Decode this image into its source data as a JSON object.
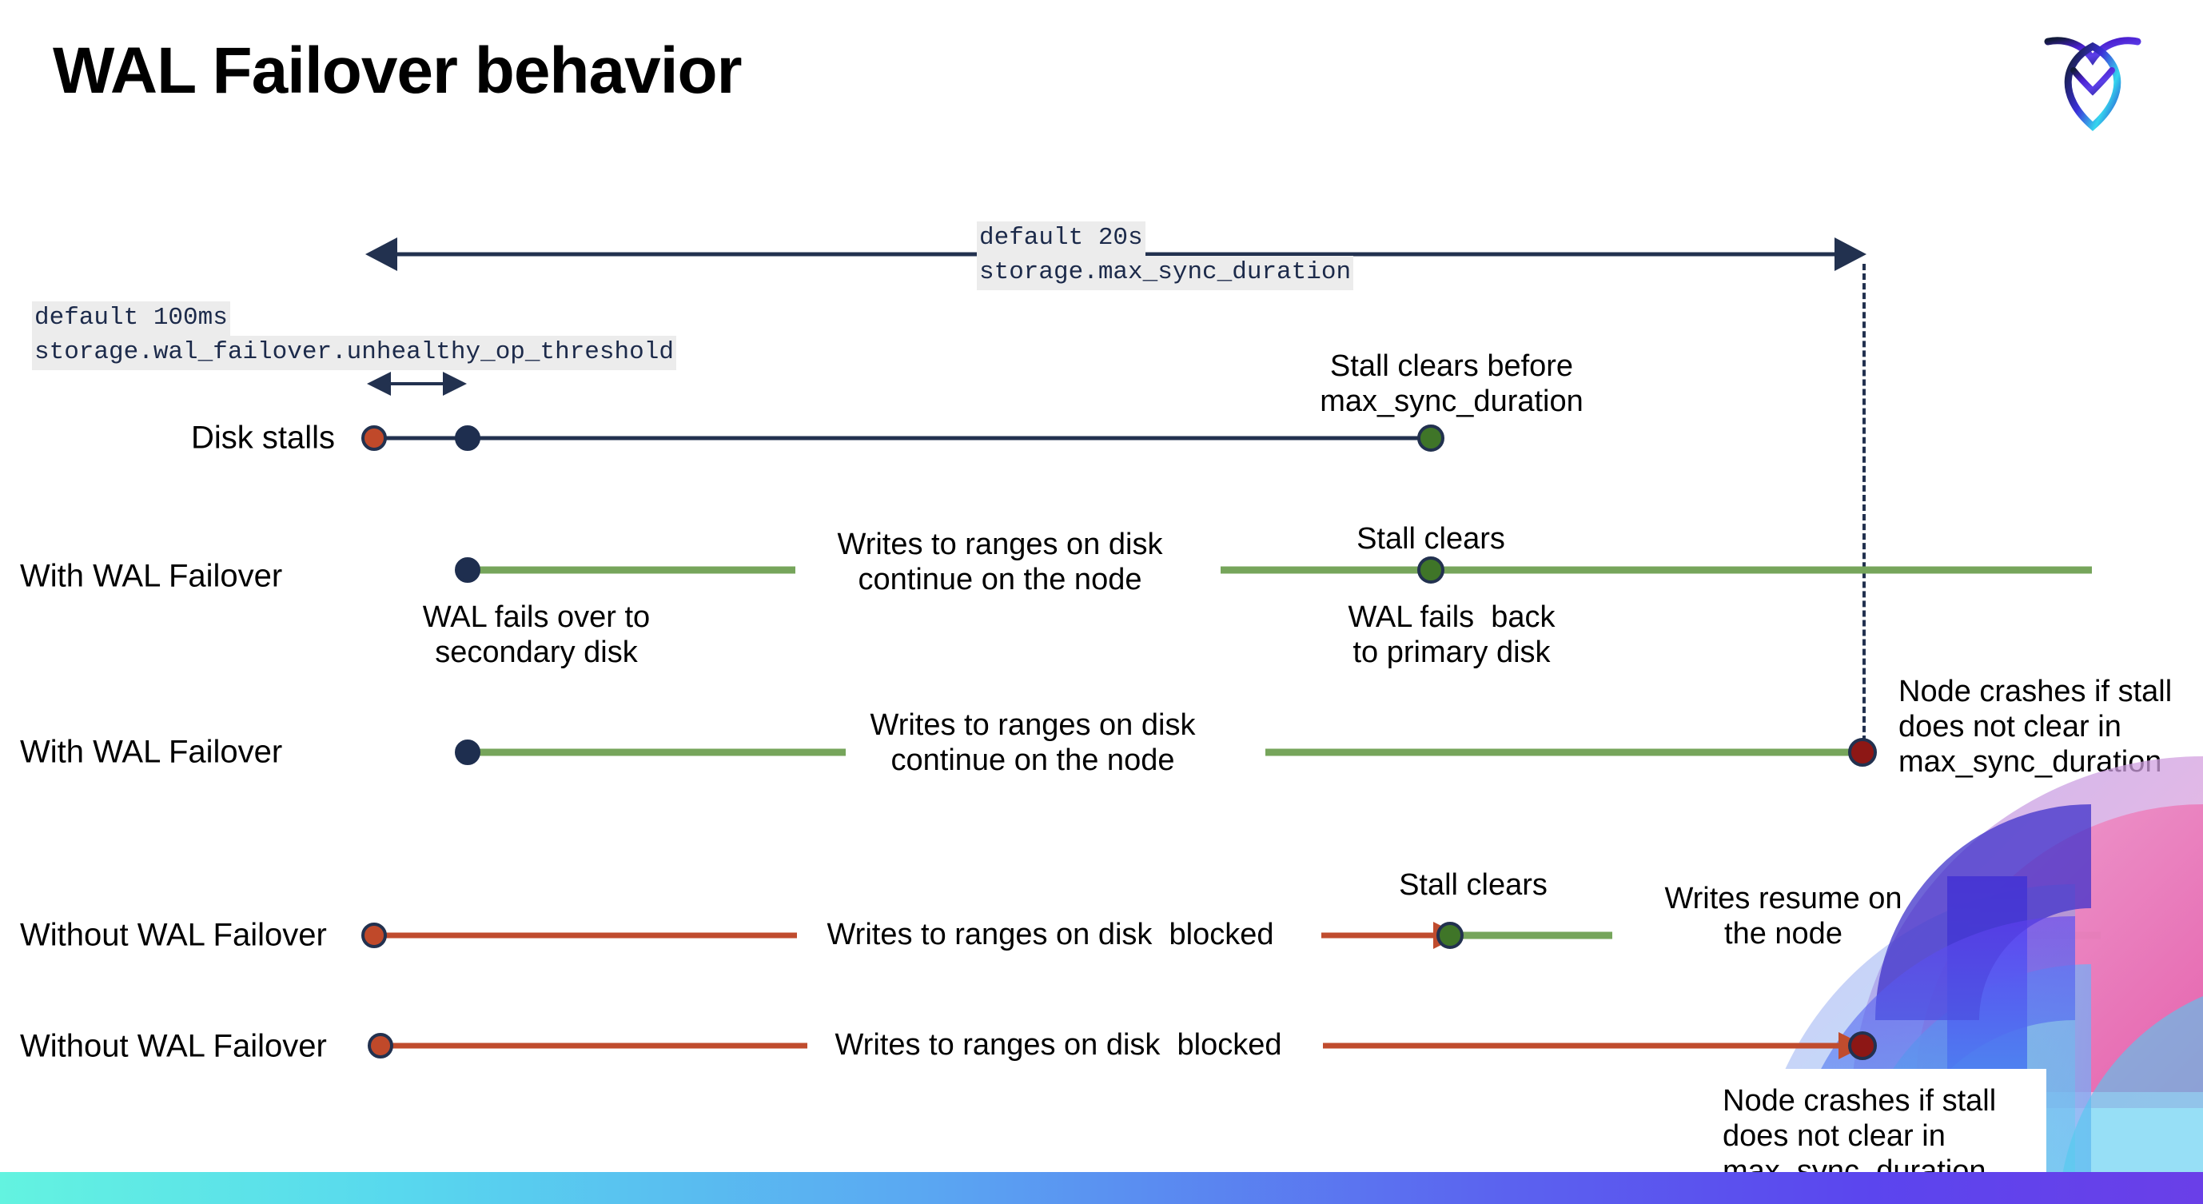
{
  "slide": {
    "title": "WAL Failover behavior",
    "logo_name": "cockroachdb-logo"
  },
  "annotations": {
    "max_sync_default": "default 20s",
    "max_sync_setting": "storage.max_sync_duration",
    "unhealthy_default": "default 100ms",
    "unhealthy_setting": "storage.wal_failover.unhealthy_op_threshold"
  },
  "rows": [
    {
      "id": "disk-stalls",
      "label": "Disk stalls",
      "notes": [
        {
          "id": "stall-clears-before",
          "text": "Stall clears before\nmax_sync_duration"
        }
      ]
    },
    {
      "id": "with-wal-failover-1",
      "label": "With WAL Failover",
      "notes": [
        {
          "id": "writes-continue-1",
          "text": "Writes to ranges on disk\ncontinue on the node"
        },
        {
          "id": "stall-clears-1",
          "text": "Stall clears"
        },
        {
          "id": "wal-fails-over",
          "text": "WAL fails over to\nsecondary disk"
        },
        {
          "id": "wal-fails-back",
          "text": "WAL fails  back\nto primary disk"
        }
      ]
    },
    {
      "id": "with-wal-failover-2",
      "label": "With WAL Failover",
      "notes": [
        {
          "id": "writes-continue-2",
          "text": "Writes to ranges on disk\ncontinue on the node"
        },
        {
          "id": "node-crashes-1",
          "text": "Node crashes if stall\ndoes not clear in\nmax_sync_duration"
        }
      ]
    },
    {
      "id": "without-wal-failover-1",
      "label": "Without WAL Failover",
      "notes": [
        {
          "id": "writes-blocked-1",
          "text": "Writes to ranges on disk  blocked"
        },
        {
          "id": "stall-clears-2",
          "text": "Stall clears"
        },
        {
          "id": "writes-resume",
          "text": "Writes resume on\nthe node"
        }
      ]
    },
    {
      "id": "without-wal-failover-2",
      "label": "Without WAL Failover",
      "notes": [
        {
          "id": "writes-blocked-2",
          "text": "Writes to ranges on disk  blocked"
        },
        {
          "id": "node-crashes-2",
          "text": "Node crashes if stall\ndoes not clear in\nmax_sync_duration"
        }
      ]
    }
  ],
  "colors": {
    "navy": "#22314f",
    "green": "#76a55b",
    "red_line": "#c04c2e",
    "dot_red": "#c0492a",
    "dot_navy": "#1e2e4f",
    "dot_green": "#3f7528",
    "dot_dark_red": "#8d1715",
    "code_chip_bg": "#ececec",
    "band_start": "#63f3e0",
    "band_end": "#6a3fe8"
  }
}
